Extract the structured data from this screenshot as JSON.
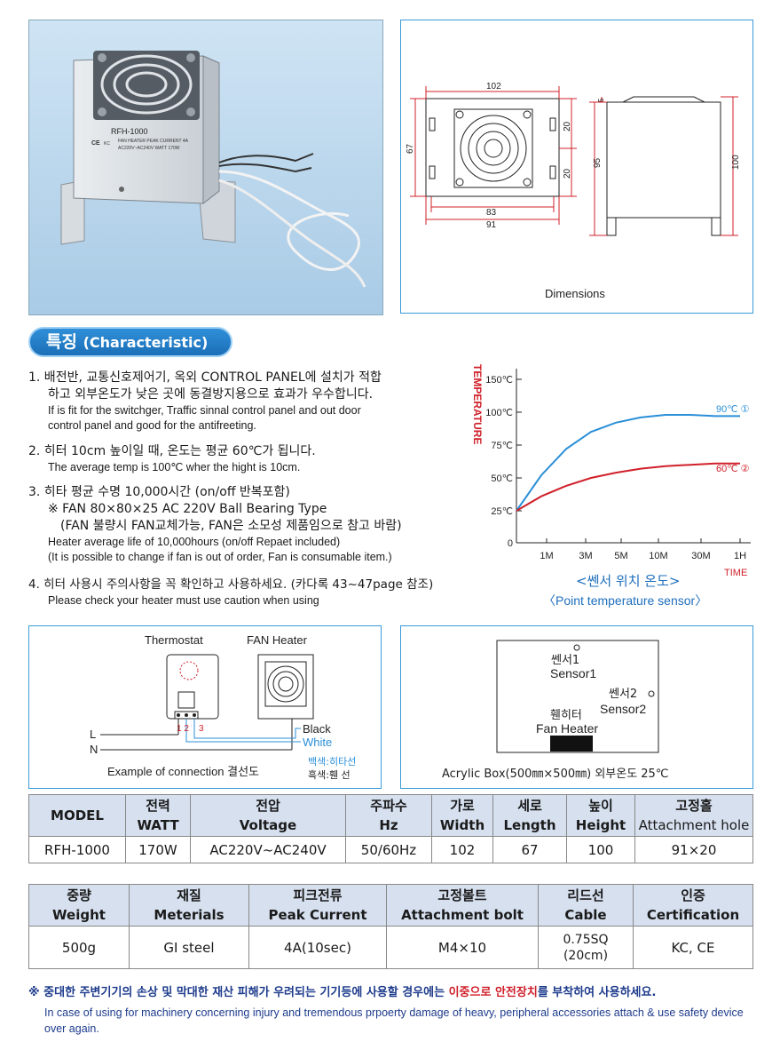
{
  "photo": {
    "label_model": "RFH-1000",
    "label_line1": "FAN HEATER PEAK CURRENT 4A",
    "label_line2": "AC220V~AC240V WATT 170W",
    "ce_mark": "CE",
    "kc_mark": "KC"
  },
  "dimensions": {
    "caption": "Dimensions",
    "top_width": "102",
    "left_height": "67",
    "right_upper": "20",
    "right_lower": "20",
    "bottom_inner": "83",
    "bottom_outer": "91",
    "side_top": "5",
    "side_height": "95",
    "side_total": "100"
  },
  "characteristic": {
    "title": "특징",
    "title_sub": "(Characteristic)",
    "items": [
      {
        "ko1": "1. 배전반, 교통신호제어기, 옥외 CONTROL PANEL에 설치가 적합",
        "ko2": "하고 외부온도가 낮은 곳에 동결방지용으로 효과가 우수합니다.",
        "en1": "If is fit for the switchger, Traffic sinnal control panel and out door",
        "en2": "control panel and good for the antifreeting."
      },
      {
        "ko1": "2. 히터 10cm 높이일 때, 온도는 평균 60℃가 됩니다.",
        "en1": "The average temp is 100℃ wher the hight is 10cm."
      },
      {
        "ko1": "3. 히타 평균 수명 10,000시간 (on/off 반복포함)",
        "ko2": "※ FAN 80×80×25 AC 220V Ball Bearing Type",
        "ko3": "(FAN 불량시 FAN교체가능, FAN은 소모성 제품임으로 참고 바람)",
        "en1": "Heater average life of 10,000hours (on/off Repaet included)",
        "en2": "(It is possible to change if fan is out of order, Fan is consumable item.)"
      },
      {
        "ko1": "4. 히터 사용시 주의사항을 꼭 확인하고 사용하세요. (카다록 43~47page 참조)",
        "en1": "Please check your heater must use caution when using"
      }
    ]
  },
  "chart_data": {
    "type": "line",
    "ylabel": "TEMPERATURE",
    "xlabel": "TIME",
    "y_ticks": [
      "0",
      "25℃",
      "50℃",
      "75℃",
      "100℃",
      "150℃"
    ],
    "x_ticks": [
      "1M",
      "3M",
      "5M",
      "10M",
      "30M",
      "1H"
    ],
    "series": [
      {
        "name": "90℃ ①",
        "color": "#2a8fd8",
        "values": [
          25,
          52,
          72,
          85,
          92,
          96,
          98,
          98,
          97,
          97
        ]
      },
      {
        "name": "60℃ ②",
        "color": "#d0202a",
        "values": [
          25,
          36,
          44,
          50,
          54,
          57,
          59,
          60,
          61,
          61
        ]
      }
    ],
    "caption_ko": "<쎈서 위치 온도>",
    "caption_en": "〈Point temperature sensor〉"
  },
  "connection": {
    "thermostat": "Thermostat",
    "fan_heater": "FAN Heater",
    "terminals": "1 2",
    "terminal3": "3",
    "L": "L",
    "N": "N",
    "black": "Black",
    "white": "White",
    "caption": "Example of connection 결선도",
    "legend1": "백색:히타선",
    "legend2": "흑색:휀   선"
  },
  "sensor": {
    "s1_ko": "쎈서1",
    "s1_en": "Sensor1",
    "s2_ko": "쎈서2",
    "s2_en": "Sensor2",
    "fan_ko": "휀히터",
    "fan_en": "Fan Heater",
    "caption": "Acrylic Box(500㎜×500㎜) 외부온도 25℃"
  },
  "spec1": {
    "headers": [
      [
        "MODEL",
        ""
      ],
      [
        "전력",
        "WATT"
      ],
      [
        "전압",
        "Voltage"
      ],
      [
        "주파수",
        "Hz"
      ],
      [
        "가로",
        "Width"
      ],
      [
        "세로",
        "Length"
      ],
      [
        "높이",
        "Height"
      ],
      [
        "고정홀",
        "Attachment hole"
      ]
    ],
    "row": [
      "RFH-1000",
      "170W",
      "AC220V~AC240V",
      "50/60Hz",
      "102",
      "67",
      "100",
      "91×20"
    ]
  },
  "spec2": {
    "headers": [
      [
        "중량",
        "Weight"
      ],
      [
        "재질",
        "Meterials"
      ],
      [
        "피크전류",
        "Peak Current"
      ],
      [
        "고정볼트",
        "Attachment bolt"
      ],
      [
        "리드선",
        "Cable"
      ],
      [
        "인증",
        "Certification"
      ]
    ],
    "row": [
      "500g",
      "GI steel",
      "4A(10sec)",
      "M4×10",
      "0.75SQ",
      "KC, CE"
    ],
    "cable_line2": "(20cm)"
  },
  "notes": {
    "ko_a": "※ 중대한 주변기기의 손상 및 막대한 재산 피해가 우려되는 기기등에 사용할 경우에는 ",
    "ko_b": "이중으로 안전장치",
    "ko_c": "를 부착하여 사용하세요.",
    "en": "In case of using for machinery concerning injury and tremendous prpoerty damage of heavy, peripheral accessories attach & use safety device over again."
  }
}
